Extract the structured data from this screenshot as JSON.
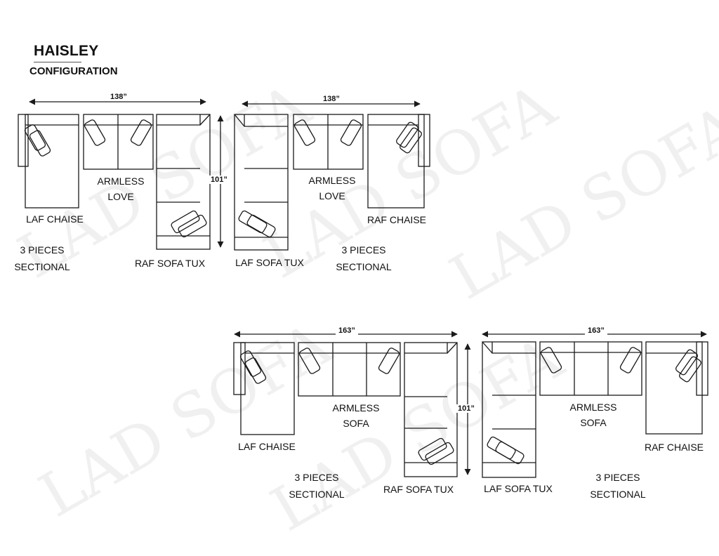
{
  "header": {
    "title": "HAISLEY",
    "subtitle": "CONFIGURATION"
  },
  "watermark": "LAD SOFA",
  "colors": {
    "line": "#1a1a1a",
    "watermark": "#bdbdbd"
  },
  "configurations": [
    {
      "name": "3-piece-laf-chaise-love-raf-tux",
      "width_label": "138”",
      "depth_label": "101”",
      "summary": "3 PIECES\nSECTIONAL",
      "pieces": [
        {
          "label": "LAF CHAISE"
        },
        {
          "label": "ARMLESS\nLOVE"
        },
        {
          "label": "RAF SOFA TUX"
        }
      ]
    },
    {
      "name": "3-piece-laf-tux-love-raf-chaise",
      "width_label": "138”",
      "depth_label": "",
      "summary": "3 PIECES\nSECTIONAL",
      "pieces": [
        {
          "label": "LAF SOFA TUX"
        },
        {
          "label": "ARMLESS\nLOVE"
        },
        {
          "label": "RAF CHAISE"
        }
      ]
    },
    {
      "name": "3-piece-laf-chaise-sofa-raf-tux",
      "width_label": "163”",
      "depth_label": "101”",
      "summary": "3 PIECES\nSECTIONAL",
      "pieces": [
        {
          "label": "LAF CHAISE"
        },
        {
          "label": "ARMLESS\nSOFA"
        },
        {
          "label": "RAF SOFA TUX"
        }
      ]
    },
    {
      "name": "3-piece-laf-tux-sofa-raf-chaise",
      "width_label": "163”",
      "depth_label": "",
      "summary": "3 PIECES\nSECTIONAL",
      "pieces": [
        {
          "label": "LAF SOFA TUX"
        },
        {
          "label": "ARMLESS\nSOFA"
        },
        {
          "label": "RAF CHAISE"
        }
      ]
    }
  ]
}
